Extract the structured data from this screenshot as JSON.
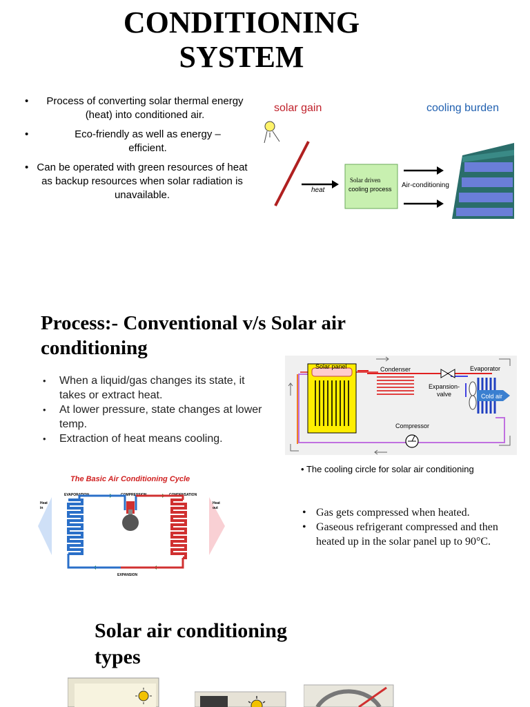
{
  "title": {
    "line1": "CONDITIONING",
    "line2": "SYSTEM"
  },
  "intro_bullets": [
    "Process of converting solar thermal energy (heat) into conditioned air.",
    "Eco-friendly as well as energy – efficient.",
    "Can be operated with green resources of heat as backup resources when solar radiation is unavailable."
  ],
  "diagram1": {
    "solar_gain": "solar gain",
    "cooling_burden": "cooling burden",
    "heat": "heat",
    "box_line1": "Solar driven",
    "box_line2": "cooling process",
    "air_conditioning": "Air-conditioning"
  },
  "section2": {
    "heading_line1": "Process:- Conventional v/s Solar air",
    "heading_line2": "conditioning",
    "bullets": [
      "When a liquid/gas changes its state, it takes or extract heat.",
      "At lower pressure, state changes at lower temp.",
      "Extraction of heat  means cooling."
    ]
  },
  "diagram2": {
    "solar_panel": "Solar panel",
    "condenser": "Condenser",
    "evaporator": "Evaporator",
    "expansion_line1": "Expansion-",
    "expansion_line2": "valve",
    "cold_air": "Cold air",
    "compressor": "Compressor"
  },
  "diagram2_caption": "The cooling circle for solar air conditioning",
  "diagram3": {
    "title": "The Basic Air Conditioning Cycle",
    "evaporation": "EVAPORATION",
    "compression": "COMPRESSION",
    "condensation": "CONDENSATION",
    "expansion": "EXPANSION",
    "heat_in_1": "Heat",
    "heat_in_2": "in",
    "heat_out_1": "Heat",
    "heat_out_2": "out"
  },
  "solar_bullets": [
    "Gas gets compressed when heated.",
    "Gaseous refrigerant compressed and then heated up in the solar panel up to 90°C."
  ],
  "section3": {
    "heading_line1": "Solar air conditioning",
    "heading_line2": "types"
  },
  "colors": {
    "red": "#c0202a",
    "blue": "#2060b0",
    "green_box": "#c8f0b0",
    "building": "#2a6d6a",
    "panel_yellow": "#ffee00"
  }
}
